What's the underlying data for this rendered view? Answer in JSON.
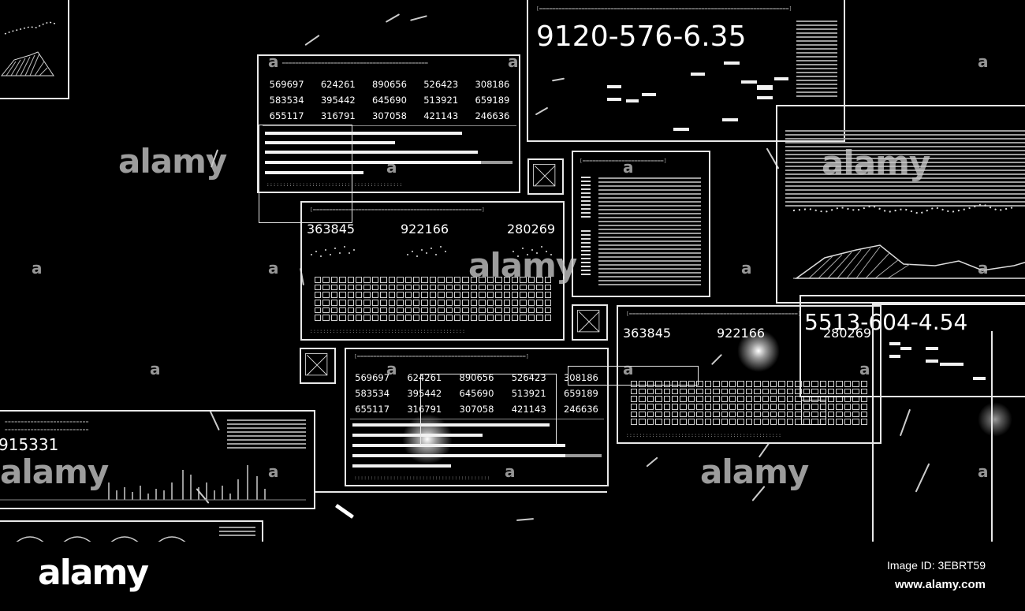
{
  "tables": {
    "top": [
      [
        "569697",
        "624261",
        "890656",
        "526423",
        "308186"
      ],
      [
        "583534",
        "395442",
        "645690",
        "513921",
        "659189"
      ],
      [
        "655117",
        "316791",
        "307058",
        "421143",
        "246636"
      ]
    ],
    "bottom": [
      [
        "569697",
        "624261",
        "890656",
        "526423",
        "308186"
      ],
      [
        "583534",
        "395442",
        "645690",
        "513921",
        "659189"
      ],
      [
        "655117",
        "316791",
        "307058",
        "421143",
        "246636"
      ]
    ]
  },
  "codes": {
    "top_right": "9120-576-6.35",
    "mid_right": "5513-604-4.54",
    "left_partial": "915331"
  },
  "kpis": {
    "center": [
      "363845",
      "922166",
      "280269"
    ],
    "right": [
      "363845",
      "922166",
      "280269"
    ]
  },
  "watermark": {
    "word": "alamy",
    "letter": "a"
  },
  "footer": {
    "logo": "alamy",
    "image_id": "Image ID: 3EBRT59",
    "url": "www.alamy.com"
  },
  "colors": {
    "background": "#000000",
    "foreground": "#ffffff"
  }
}
